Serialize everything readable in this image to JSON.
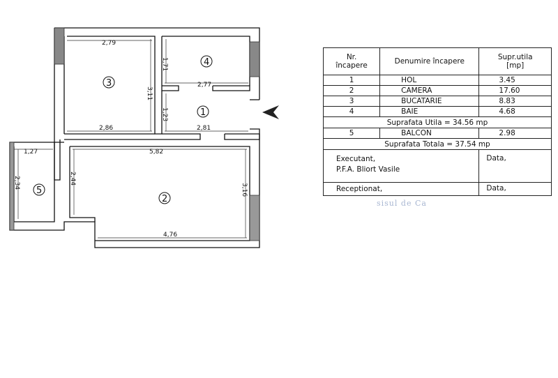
{
  "plan": {
    "dimensions": {
      "room3_top": "2,79",
      "room3_side": "3,11",
      "room4_side": "1,71",
      "room4_bottom": "2,77",
      "hall_side": "1,23",
      "room3_bottom": "2,86",
      "hall_bottom": "2,81",
      "balcony_top": "1,27",
      "room2_top": "5,82",
      "balcony_side": "2,34",
      "room2_left": "2,44",
      "room2_right": "3,16",
      "room2_bottom": "4,76"
    },
    "room_numbers": {
      "r1": "1",
      "r2": "2",
      "r3": "3",
      "r4": "4",
      "r5": "5"
    }
  },
  "legend": {
    "headers": {
      "nr": [
        "Nr.",
        "încapere"
      ],
      "denumire": "Denumire încapere",
      "supr": [
        "Supr.utila",
        "[mp]"
      ]
    },
    "rows": [
      {
        "nr": "1",
        "name": "HOL",
        "area": "3.45"
      },
      {
        "nr": "2",
        "name": "CAMERA",
        "area": "17.60"
      },
      {
        "nr": "3",
        "name": "BUCATARIE",
        "area": "8.83"
      },
      {
        "nr": "4",
        "name": "BAIE",
        "area": "4.68"
      }
    ],
    "useful_total": "Suprafata Utila = 34.56 mp",
    "balcony": {
      "nr": "5",
      "name": "BALCON",
      "area": "2.98"
    },
    "grand_total": "Suprafata Totala = 37.54 mp",
    "executant_line1": "Executant,",
    "executant_line2": "P.F.A. Bliort Vasile",
    "date1": "Data,",
    "receptionat": "Receptionat,",
    "date2": "Data,"
  },
  "stamp_text": "sisul de Ca"
}
